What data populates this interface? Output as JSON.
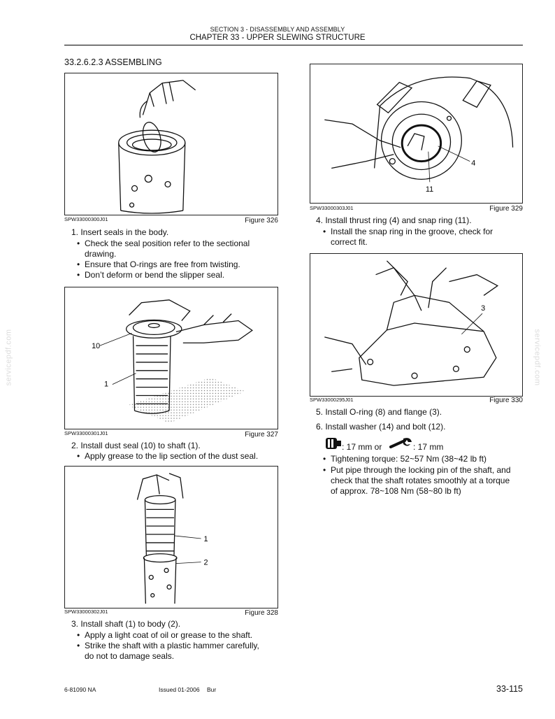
{
  "header": {
    "section": "SECTION 3 - DISASSEMBLY AND ASSEMBLY",
    "chapter": "CHAPTER 33 - UPPER SLEWING STRUCTURE"
  },
  "section_title": "33.2.6.2.3 ASSEMBLING",
  "figures": {
    "f326": {
      "code": "SPW33000300J01",
      "caption": "Figure 326"
    },
    "f327": {
      "code": "SPW33000301J01",
      "caption": "Figure 327",
      "callouts": [
        "10",
        "1"
      ]
    },
    "f328": {
      "code": "SPW33000302J01",
      "caption": "Figure 328",
      "callouts": [
        "1",
        "2"
      ]
    },
    "f329": {
      "code": "SPW33000303J01",
      "caption": "Figure 329",
      "callouts": [
        "4",
        "11"
      ]
    },
    "f330": {
      "code": "SPW33000295J01",
      "caption": "Figure 330",
      "callouts": [
        "3"
      ]
    }
  },
  "steps": {
    "s1": {
      "text": "1. Insert seals in the body.",
      "bullets": [
        "Check the seal position refer to the sectional",
        "drawing.",
        "Ensure that O-rings are free from twisting.",
        "Don’t deform or bend the slipper seal."
      ]
    },
    "s2": {
      "text": "2. Install dust seal (10) to shaft (1).",
      "bullets": [
        "Apply grease to the lip section of the dust seal."
      ]
    },
    "s3": {
      "text": "3. Install shaft (1) to body (2).",
      "bullets": [
        "Apply a light coat of oil or grease to the shaft.",
        "Strike the shaft with a plastic hammer carefully,",
        "do not to damage seals."
      ]
    },
    "s4": {
      "text": "4. Install thrust ring (4) and snap ring (11).",
      "bullets": [
        "Install the snap ring in the groove, check for",
        "correct fit."
      ]
    },
    "s5": {
      "text": "5. Install O-ring (8) and flange (3)."
    },
    "s6": {
      "text": "6. Install washer (14) and bolt (12).",
      "tool_line_a": ": 17 mm or",
      "tool_line_b": ": 17 mm",
      "bullets": [
        "Tightening torque: 52~57 Nm (38~42 lb ft)",
        "Put pipe through the locking pin of the shaft, and",
        "check that the shaft rotates smoothly at a torque",
        "of approx. 78~108 Nm (58~80 lb ft)"
      ]
    }
  },
  "watermark": "servicepdf.com",
  "footer": {
    "docno": "6-81090 NA",
    "issued": "Issued 01-2006",
    "lang": "Bur",
    "page": "33-115"
  }
}
